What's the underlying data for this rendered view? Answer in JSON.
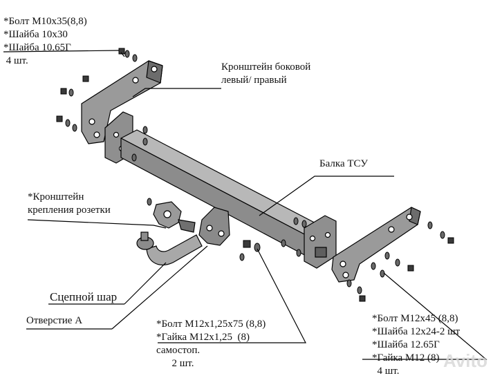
{
  "colors": {
    "steel": "#8e8e8e",
    "steel_dark": "#5a5a5a",
    "steel_light": "#b9b9b9",
    "line": "#000000"
  },
  "labels": {
    "top_left": [
      "*Болт М10х35(8,8)",
      "*Шайба 10х30",
      "*Шайба 10.65Г",
      " 4 шт."
    ],
    "side_bracket": [
      "Кронштейн боковой",
      "левый/ правый"
    ],
    "beam": "Балка ТСУ",
    "socket_bracket": [
      "*Кронштейн",
      "крепления розетки"
    ],
    "ball": "Сцепной шар",
    "hole": "Отверстие А",
    "bottom_center": [
      "*Болт М12х1,25х75 (8,8)",
      "*Гайка М12х1,25  (8)",
      "самостоп.",
      "      2 шт."
    ],
    "bottom_right": [
      "*Болт М12х45 (8,8)",
      "*Шайба 12х24-2 шт",
      "*Шайба 12.65Г",
      "*Гайка М12 (8)",
      "  4 шт."
    ]
  },
  "watermark": "Avito"
}
